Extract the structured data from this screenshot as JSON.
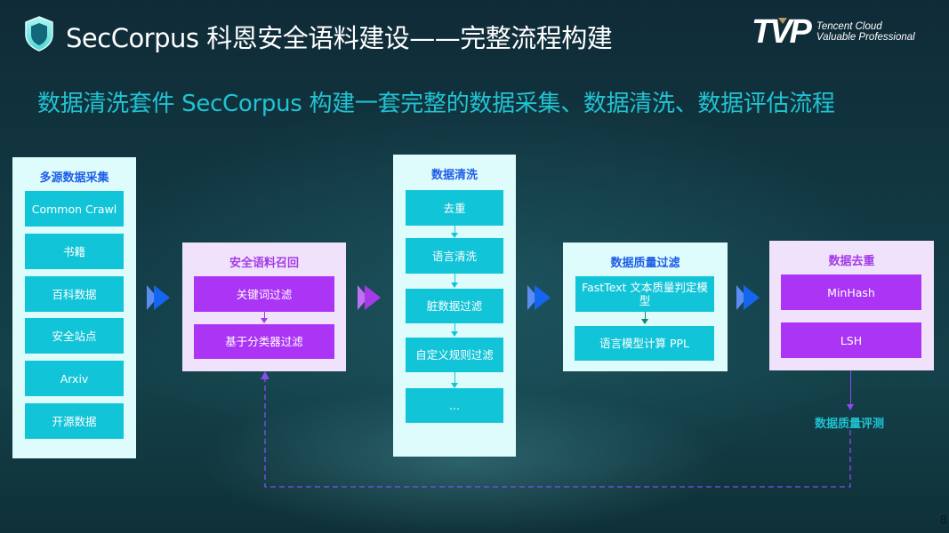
{
  "header": {
    "title": "SecCorpus 科恩安全语料建设——完整流程构建",
    "logo": {
      "mark": "TVP",
      "line1": "Tencent Cloud",
      "line2": "Valuable Professional"
    },
    "icon": "shield-icon"
  },
  "subtitle": "数据清洗套件 SecCorpus 构建一套完整的数据采集、数据清洗、数据评估流程",
  "diagram": {
    "collection": {
      "title": "多源数据采集",
      "items": [
        "Common Crawl",
        "书籍",
        "百科数据",
        "安全站点",
        "Arxiv",
        "开源数据"
      ]
    },
    "recall": {
      "title": "安全语料召回",
      "items": [
        "关键词过滤",
        "基于分类器过滤"
      ]
    },
    "cleaning": {
      "title": "数据清洗",
      "items": [
        "去重",
        "语言清洗",
        "脏数据过滤",
        "自定义规则过滤",
        "..."
      ]
    },
    "quality": {
      "title": "数据质量过滤",
      "items": [
        "FastText 文本质量判定模型",
        "语言模型计算 PPL"
      ]
    },
    "dedup": {
      "title": "数据去重",
      "items": [
        "MinHash",
        "LSH"
      ]
    },
    "evaluation": {
      "label": "数据质量评测"
    }
  },
  "colors": {
    "cyan_panel": "#dffcfd",
    "violet_panel": "#f1e2fc",
    "cyan_item": "#12c4d8",
    "violet_item": "#ab34f5",
    "blue_title": "#1d5ee6",
    "violet_title": "#a43be6",
    "subtitle": "#21c3d2",
    "feedback_line": "#8a4cf0"
  },
  "page_number": "8"
}
